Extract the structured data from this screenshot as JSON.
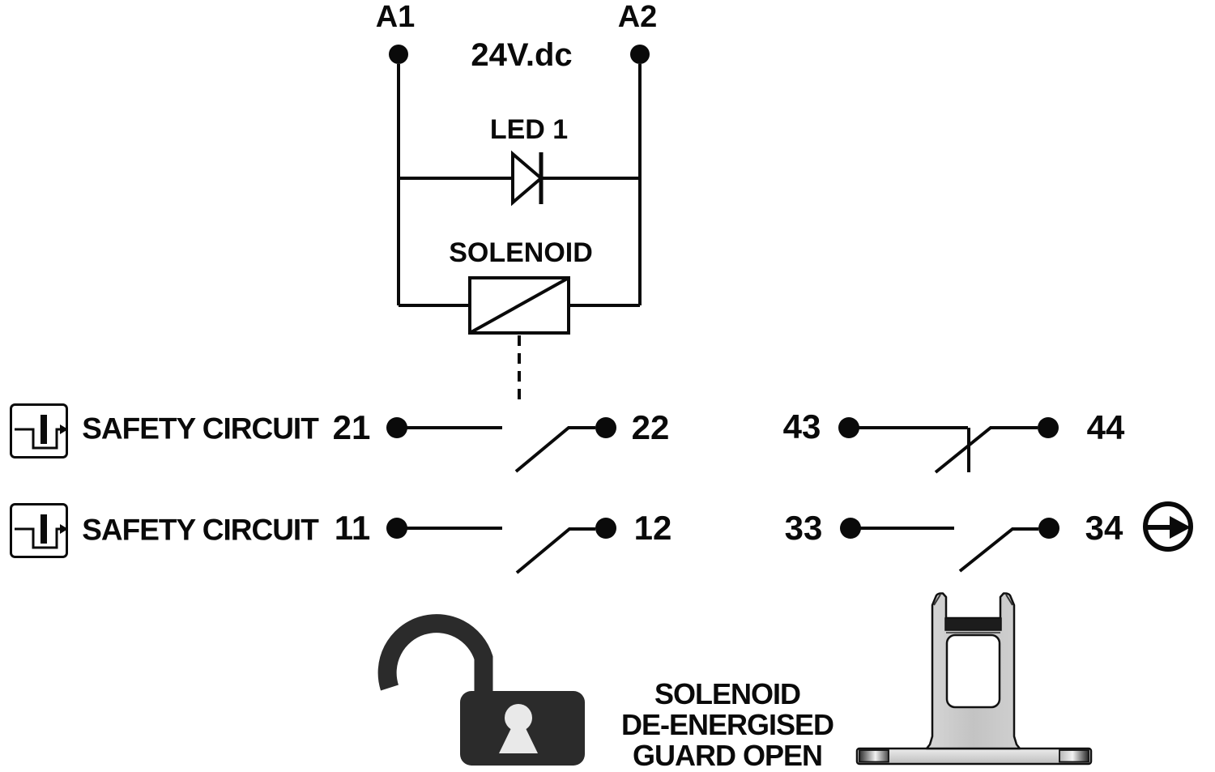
{
  "diagram": {
    "supply_voltage": "24V.dc",
    "terminals": {
      "a1": "A1",
      "a2": "A2"
    },
    "led": {
      "label": "LED 1"
    },
    "solenoid": {
      "label": "SOLENOID"
    },
    "safety_rows": [
      {
        "label": "SAFETY CIRCUIT",
        "left_contact": {
          "from": "21",
          "to": "22",
          "state": "open"
        },
        "right_contact": {
          "from": "43",
          "to": "44",
          "state": "closed"
        }
      },
      {
        "label": "SAFETY CIRCUIT",
        "left_contact": {
          "from": "11",
          "to": "12",
          "state": "open"
        },
        "right_contact": {
          "from": "33",
          "to": "34",
          "state": "open"
        }
      }
    ],
    "status_caption": {
      "line1": "SOLENOID",
      "line2": "DE-ENERGISED",
      "line3": "GUARD OPEN"
    },
    "colors": {
      "ink": "#0a0a0a",
      "lock_body": "#2b2b2b",
      "actuator_gray": "#cbcbcb",
      "background": "#ffffff"
    }
  }
}
